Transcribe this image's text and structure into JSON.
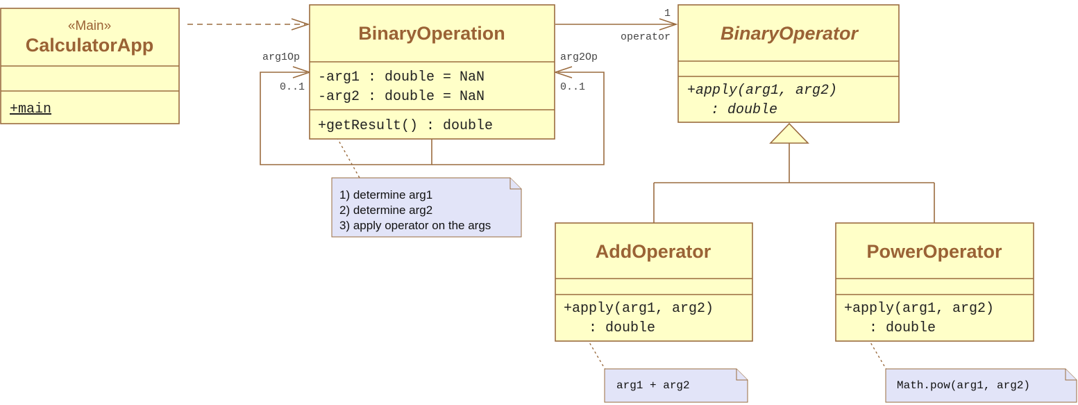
{
  "classes": {
    "calculator_app": {
      "stereotype": "«Main»",
      "name": "CalculatorApp",
      "operation": "+main"
    },
    "binary_operation": {
      "name": "BinaryOperation",
      "attr1": "-arg1 : double = NaN",
      "attr2": "-arg2 : double = NaN",
      "operation": "+getResult() : double"
    },
    "binary_operator": {
      "name": "BinaryOperator",
      "op_line1": "+apply(arg1, arg2)",
      "op_line2": ": double"
    },
    "add_operator": {
      "name": "AddOperator",
      "op_line1": "+apply(arg1, arg2)",
      "op_line2": ": double"
    },
    "power_operator": {
      "name": "PowerOperator",
      "op_line1": "+apply(arg1, arg2)",
      "op_line2": ": double"
    }
  },
  "associations": {
    "operator": {
      "role": "operator",
      "multiplicity": "1"
    },
    "arg1op": {
      "role": "arg1Op",
      "multiplicity": "0..1"
    },
    "arg2op": {
      "role": "arg2Op",
      "multiplicity": "0..1"
    }
  },
  "notes": {
    "get_result": {
      "line1": "1) determine arg1",
      "line2": "2) determine arg2",
      "line3": "3) apply operator on the args"
    },
    "add": {
      "text": "arg1 + arg2"
    },
    "power": {
      "text": "Math.pow(arg1, arg2)"
    }
  }
}
